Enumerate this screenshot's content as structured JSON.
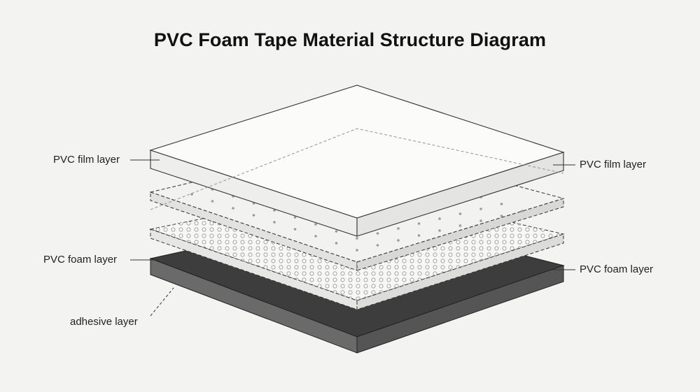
{
  "title": "PVC Foam Tape Material Structure Diagram",
  "labels": {
    "left_film": "PVC film layer",
    "right_film": "PVC film layer",
    "left_foam": "PVC foam layer",
    "right_foam": "PVC foam layer",
    "adhesive": "adhesive layer"
  },
  "colors": {
    "background": "#f3f3f1",
    "film_top": "#fbfbfa",
    "foam_top": "#3f3f3f",
    "line": "#333333"
  }
}
